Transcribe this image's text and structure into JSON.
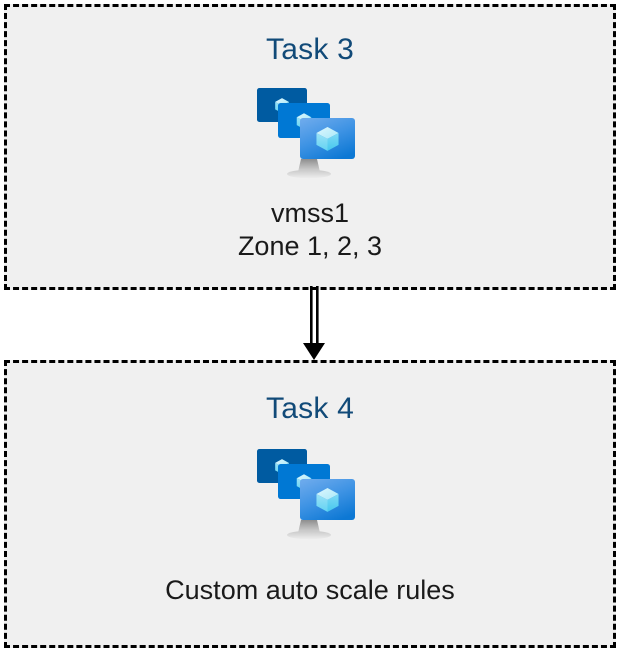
{
  "diagram": {
    "type": "flow",
    "title": "Azure virtual machine scale set task flow",
    "background_color": "#ffffff",
    "box_fill_color": "#f0f0f0",
    "box_border_color": "#000000",
    "box_border_style": "dashed",
    "heading_color": "#114A78",
    "caption_color": "#1a1a1a",
    "nodes": [
      {
        "id": "task3",
        "title": "Task 3",
        "icon": "azure-vmss-icon",
        "captions": [
          "vmss1",
          "Zone 1, 2, 3"
        ]
      },
      {
        "id": "task4",
        "title": "Task 4",
        "icon": "azure-vmss-icon",
        "captions": [
          "Custom auto scale rules"
        ]
      }
    ],
    "connector": {
      "from": "task3",
      "to": "task4",
      "style": "double-line",
      "arrowhead": "solid-triangle",
      "direction": "down",
      "color": "#000000"
    },
    "icon_colors": {
      "screen_back": "#005BA1",
      "screen_middle": "#0078D4",
      "screen_front_top": "#5EA0E8",
      "screen_front_bottom": "#0F7BD6",
      "cube_light": "#C3F1FB",
      "cube_mid": "#8FE3F7",
      "cube_dark": "#50D0F0",
      "stand": "#A6A6A6"
    }
  }
}
